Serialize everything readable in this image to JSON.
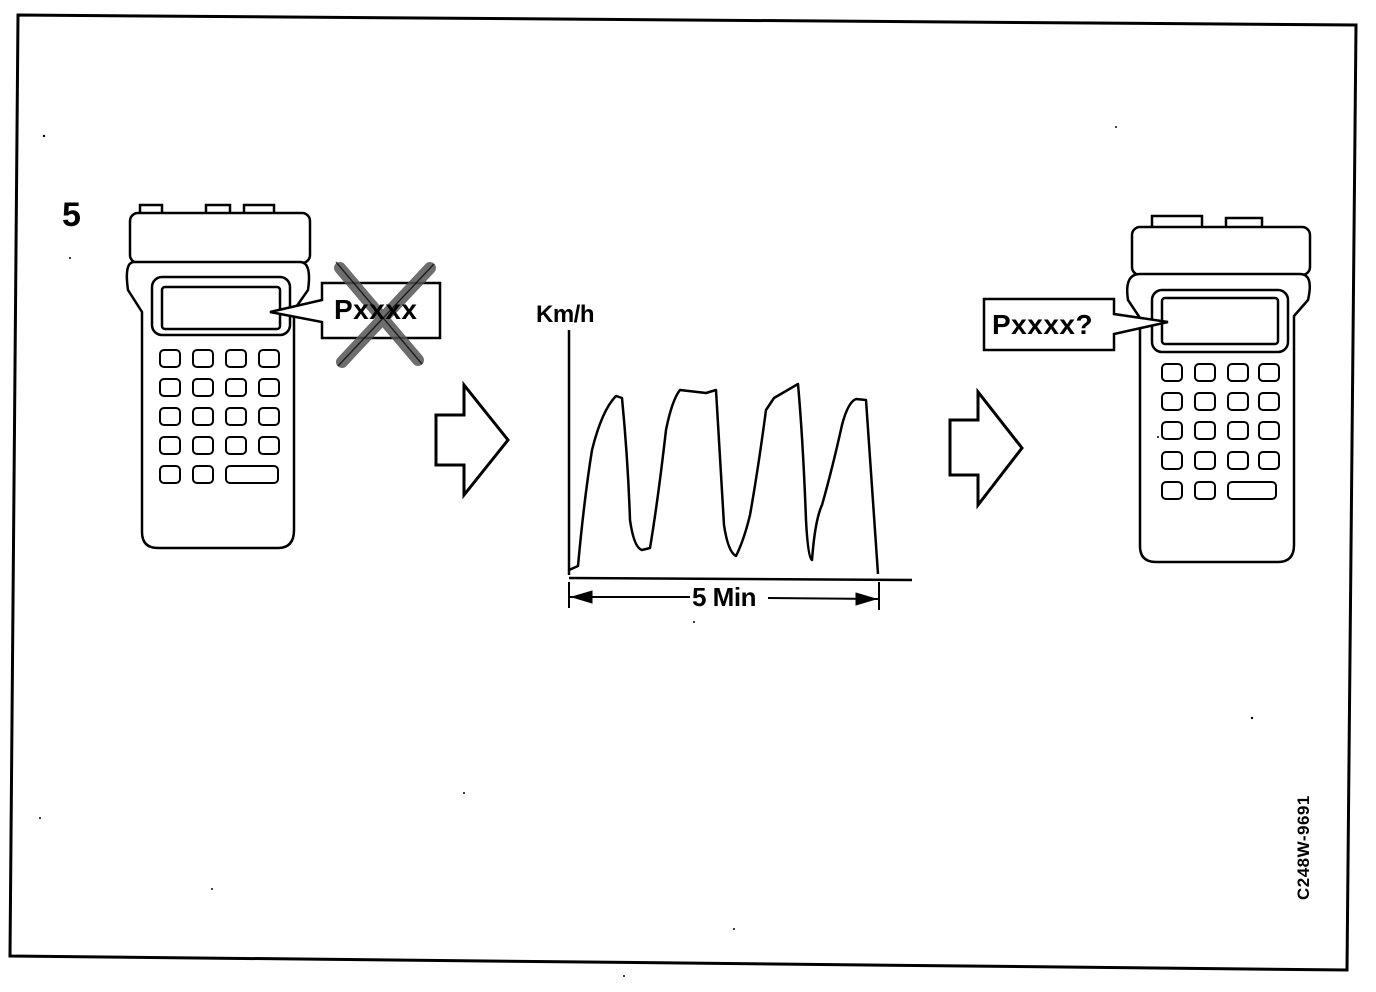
{
  "step_number": "5",
  "left_tester": {
    "code_text": "Pxxxx",
    "code_status": "crossed-out"
  },
  "chart": {
    "axis_label": "Km/h",
    "duration_label": "5 Min"
  },
  "right_tester": {
    "code_text": "Pxxxx?"
  },
  "figure_id": "C248W-9691",
  "icons": [
    "diagnostic-tester-icon",
    "cross-out-icon",
    "arrow-right-icon",
    "speed-graph-icon"
  ]
}
